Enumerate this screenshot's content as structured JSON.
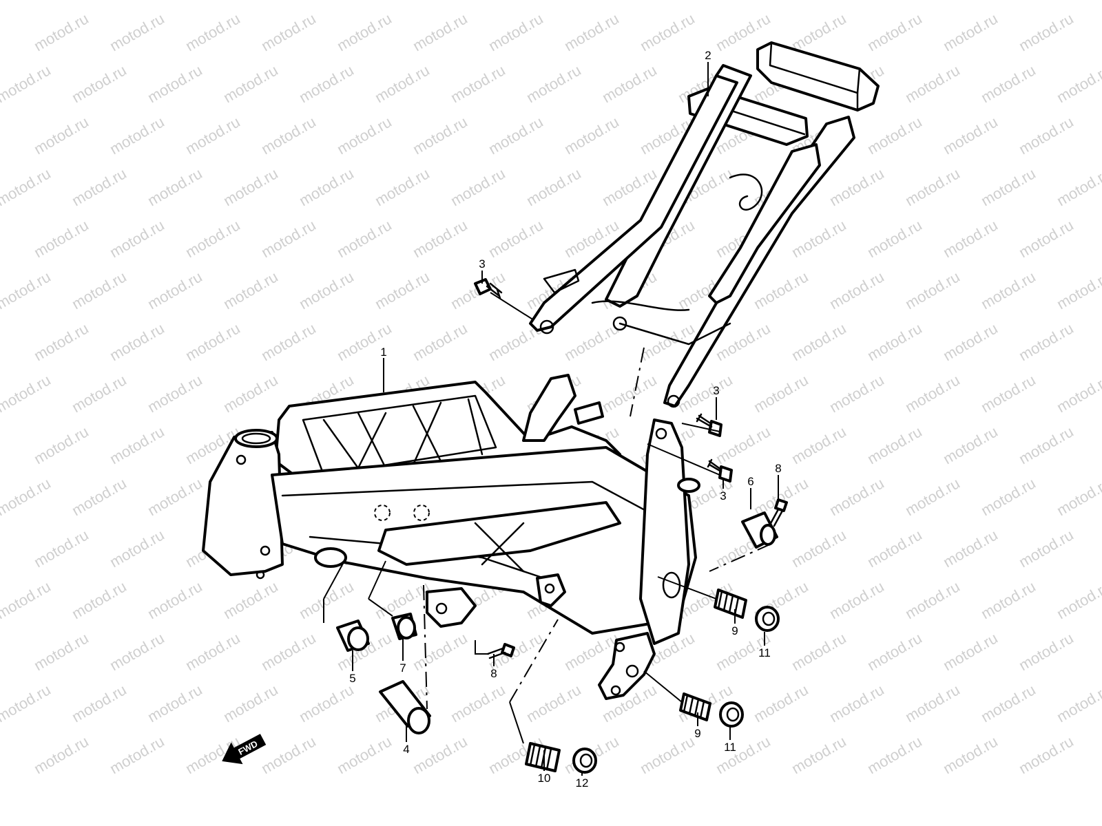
{
  "watermark": {
    "text": "motod.ru",
    "color": "#cfcfcf"
  },
  "diagram": {
    "subject": "exploded view of frame and seat rail",
    "fwd_label": "FWD",
    "callouts": [
      {
        "id": "c1",
        "text": "1"
      },
      {
        "id": "c2",
        "text": "2"
      },
      {
        "id": "c3a",
        "text": "3"
      },
      {
        "id": "c3b",
        "text": "3"
      },
      {
        "id": "c3c",
        "text": "3"
      },
      {
        "id": "c4",
        "text": "4"
      },
      {
        "id": "c5",
        "text": "5"
      },
      {
        "id": "c6",
        "text": "6"
      },
      {
        "id": "c7",
        "text": "7"
      },
      {
        "id": "c8a",
        "text": "8"
      },
      {
        "id": "c8b",
        "text": "8"
      },
      {
        "id": "c9a",
        "text": "9"
      },
      {
        "id": "c9b",
        "text": "9"
      },
      {
        "id": "c10",
        "text": "10"
      },
      {
        "id": "c11a",
        "text": "11"
      },
      {
        "id": "c11b",
        "text": "11"
      },
      {
        "id": "c12",
        "text": "12"
      }
    ]
  }
}
